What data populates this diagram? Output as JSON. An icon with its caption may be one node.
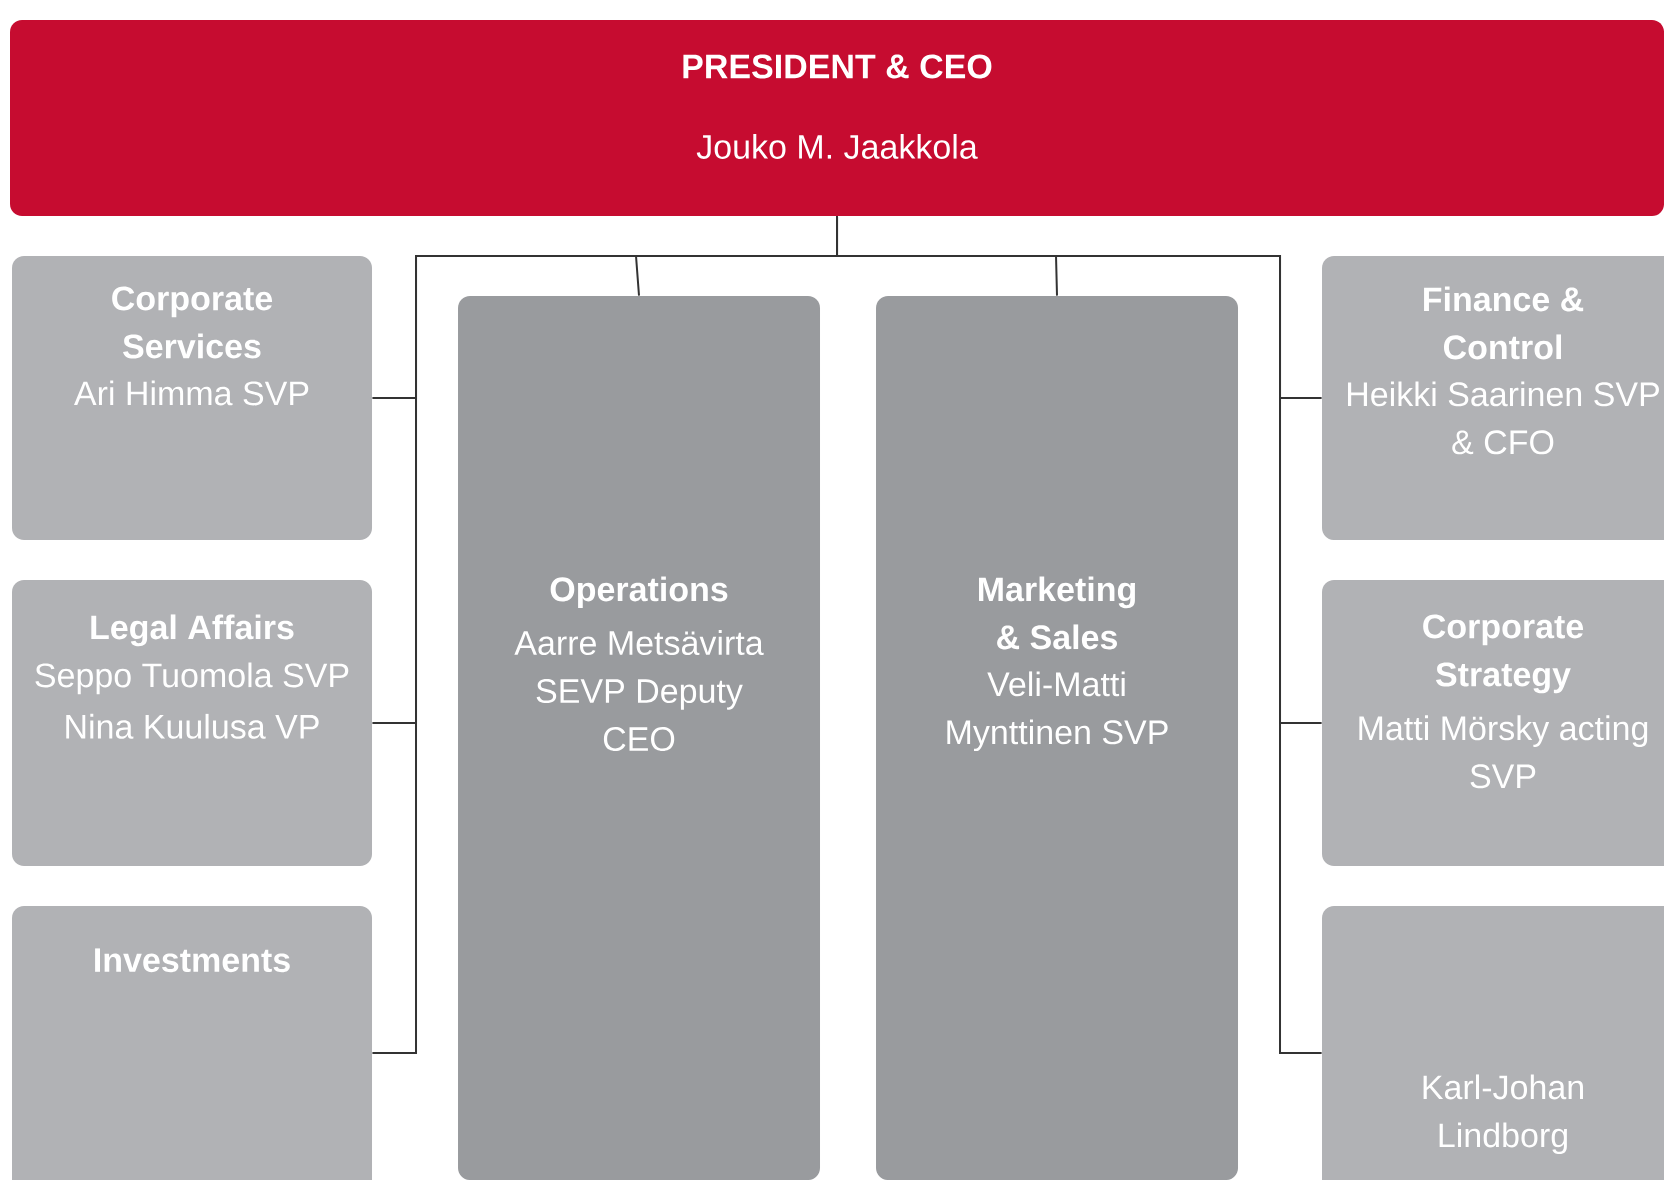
{
  "diagram": {
    "nodes": [
      {
        "text": [
          "PRESIDENT & CEO",
          "Jouko M. Jaakkola"
        ]
      },
      {
        "text": [
          "Corporate Services",
          "Ari Himma SVP"
        ]
      },
      {
        "text": [
          "Operations",
          "Aarre Metsävirta SEVP Deputy CEO"
        ]
      },
      {
        "text": [
          "Marketing & Sales",
          "Veli-Matti Mynttinen SVP"
        ]
      },
      {
        "text": [
          "Finance & Control",
          "Heikki Saarinen SVP & CFO"
        ]
      },
      {
        "text": [
          "Legal Affairs",
          "Seppo Tuomola SVP",
          "Nina Kuulusa VP"
        ]
      },
      {
        "text": [
          "Corporate Strategy",
          "Matti Mörsky acting SVP"
        ]
      },
      {
        "text": [
          "Investments"
        ]
      },
      {
        "text": [
          "Karl-Johan Lindborg"
        ]
      }
    ],
    "edges": [
      {
        "from": 0,
        "to": 1,
        "arrow": "none"
      },
      {
        "from": 0,
        "to": 2,
        "arrow": "none"
      },
      {
        "from": 0,
        "to": 3,
        "arrow": "none"
      },
      {
        "from": 0,
        "to": 4,
        "arrow": "none"
      },
      {
        "from": 0,
        "to": 5,
        "arrow": "none"
      },
      {
        "from": 0,
        "to": 6,
        "arrow": "none"
      },
      {
        "from": 0,
        "to": 7,
        "arrow": "none"
      },
      {
        "from": 0,
        "to": 8,
        "arrow": "none"
      }
    ]
  }
}
